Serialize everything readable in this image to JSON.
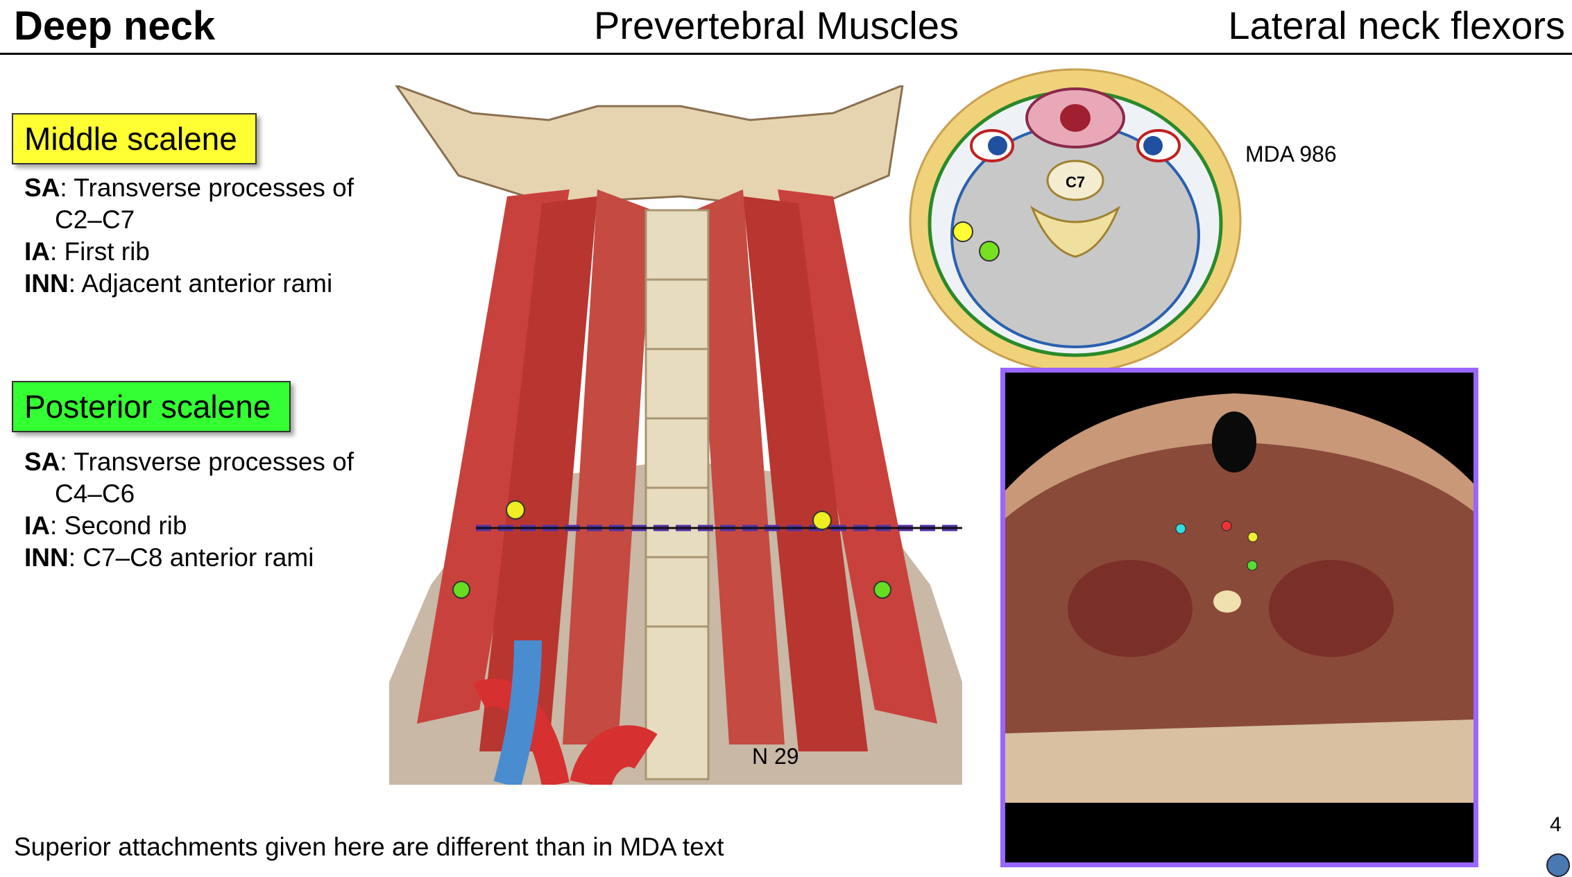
{
  "header": {
    "left_title": "Deep neck",
    "center_title": "Prevertebral Muscles",
    "right_title": "Lateral neck flexors"
  },
  "middle_scalene": {
    "label": "Middle scalene",
    "color": "#ffff33",
    "sa_key": "SA",
    "sa_text": ": Transverse processes of",
    "sa_cont": "C2–C7",
    "ia_key": "IA",
    "ia_text": ": First rib",
    "inn_key": "INN",
    "inn_text": ": Adjacent anterior rami"
  },
  "posterior_scalene": {
    "label": "Posterior scalene",
    "color": "#33ff33",
    "sa_key": "SA",
    "sa_text": ": Transverse processes of",
    "sa_cont": "C4–C6",
    "ia_key": "IA",
    "ia_text": ": Second rib",
    "inn_key": "INN",
    "inn_text": ": C7–C8 anterior rami"
  },
  "figures": {
    "anterior_view_ref": "N 29",
    "cross_section_ref": "MDA 986",
    "vertebra_label": "C7",
    "photo_border_color": "#9966ff"
  },
  "footer": {
    "note": "Superior attachments given here are different than in MDA text",
    "page_number": "4"
  }
}
